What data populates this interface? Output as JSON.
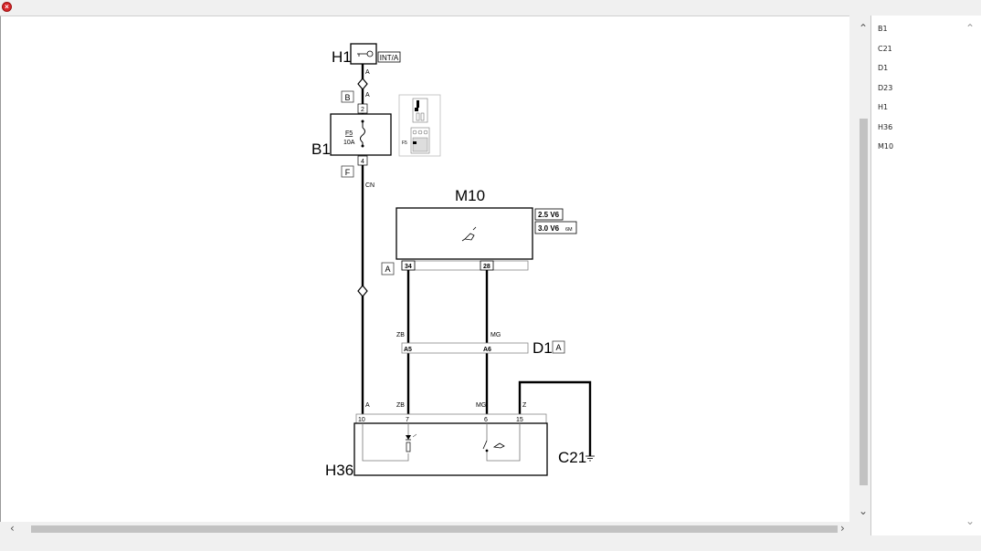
{
  "window": {
    "close_icon": "close-icon"
  },
  "diagram": {
    "components": {
      "h1": {
        "id": "H1",
        "tag": "INT/A"
      },
      "b1": {
        "id": "B1",
        "fuse_name": "F5",
        "fuse_rating": "10A"
      },
      "m10": {
        "id": "M10",
        "variant1": "2.5 V6",
        "variant2": "3.0 V6",
        "variant2_suffix": "6M"
      },
      "d1": {
        "id": "D1",
        "tag": "A"
      },
      "h36": {
        "id": "H36"
      },
      "c21": {
        "id": "C21"
      }
    },
    "connector_tags": {
      "b": "B",
      "f": "F",
      "a": "A"
    },
    "pins": {
      "p2": "2",
      "p4": "4",
      "p34": "34",
      "p28": "28",
      "a5": "A5",
      "a6": "A6",
      "p10": "10",
      "p7": "7",
      "p6": "6",
      "p15": "15"
    },
    "wires": {
      "a_top": "A",
      "a_mid": "A",
      "cn": "CN",
      "zb_upper": "ZB",
      "mg_upper": "MG",
      "a_lower": "A",
      "zb_lower": "ZB",
      "mg_lower": "MG",
      "z": "Z"
    },
    "fuse_box_f5": "F5"
  },
  "component_list": {
    "items": [
      "B1",
      "C21",
      "D1",
      "D23",
      "H1",
      "H36",
      "M10"
    ]
  }
}
